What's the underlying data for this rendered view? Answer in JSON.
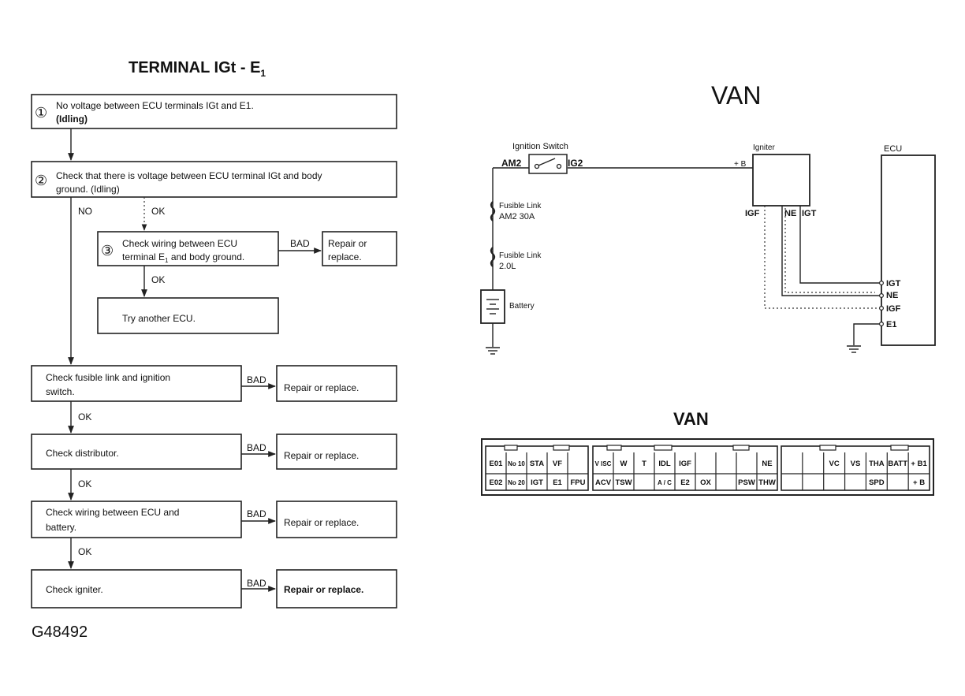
{
  "flowchart": {
    "title": "TERMINAL IGt - E",
    "title_sub": "1",
    "step1": {
      "num": "①",
      "line1": "No voltage between ECU terminals IGt and E1.",
      "line2": "(Idling)"
    },
    "step2": {
      "num": "②",
      "line1": "Check that there is voltage between ECU terminal IGt and body",
      "line2": "ground.  (Idling)"
    },
    "label_no": "NO",
    "label_ok_a": "OK",
    "step3": {
      "num": "③",
      "line1": "Check wiring between ECU",
      "line2a": "terminal E",
      "line2sub": "1",
      "line2b": " and body ground."
    },
    "label_bad_a": "BAD",
    "repair_a": {
      "line1": "Repair or",
      "line2": "replace."
    },
    "label_ok_b": "OK",
    "try_ecu": "Try another ECU.",
    "check_fusible": {
      "line1": "Check fusible link and ignition",
      "line2": "switch."
    },
    "label_bad_b": "BAD",
    "repair_b": "Repair or replace.",
    "label_ok_c": "OK",
    "check_distributor": "Check distributor.",
    "label_bad_c": "BAD",
    "repair_c": "Repair or replace.",
    "label_ok_d": "OK",
    "check_wiring_battery": {
      "line1": "Check wiring between ECU and",
      "line2": "battery."
    },
    "label_bad_d": "BAD",
    "repair_d": "Repair or replace.",
    "label_ok_e": "OK",
    "check_igniter": "Check igniter.",
    "label_bad_e": "BAD",
    "repair_e": "Repair or replace."
  },
  "figure_id": "G48492",
  "wiring": {
    "title": "VAN",
    "ignition_switch": "Ignition Switch",
    "am2": "AM2",
    "ig2": "IG2",
    "igniter": "Igniter",
    "plus_b": "+ B",
    "igf": "IGF",
    "ne": "NE",
    "igt": "IGT",
    "ecu": "ECU",
    "fusible_link_1": {
      "line1": "Fusible Link",
      "line2": "AM2 30A"
    },
    "fusible_link_2": {
      "line1": "Fusible Link",
      "line2": "2.0L"
    },
    "battery": "Battery",
    "ecu_pins": [
      "IGT",
      "NE",
      "IGF",
      "E1"
    ]
  },
  "connector": {
    "title": "VAN",
    "block1": {
      "top": [
        "E01",
        "No 10",
        "STA",
        "VF",
        ""
      ],
      "bottom": [
        "E02",
        "No 20",
        "IGT",
        "E1",
        "FPU"
      ]
    },
    "block2": {
      "top": [
        "V ISC",
        "W",
        "T",
        "IDL",
        "IGF",
        "",
        "",
        "",
        "NE"
      ],
      "bottom": [
        "ACV",
        "TSW",
        "",
        "A / C",
        "E2",
        "OX",
        "",
        "PSW",
        "THW"
      ]
    },
    "block3": {
      "top": [
        "",
        "",
        "VC",
        "VS",
        "THA",
        "BATT",
        "+ B1"
      ],
      "bottom": [
        "",
        "",
        "",
        "",
        "SPD",
        "",
        "+ B"
      ]
    }
  }
}
